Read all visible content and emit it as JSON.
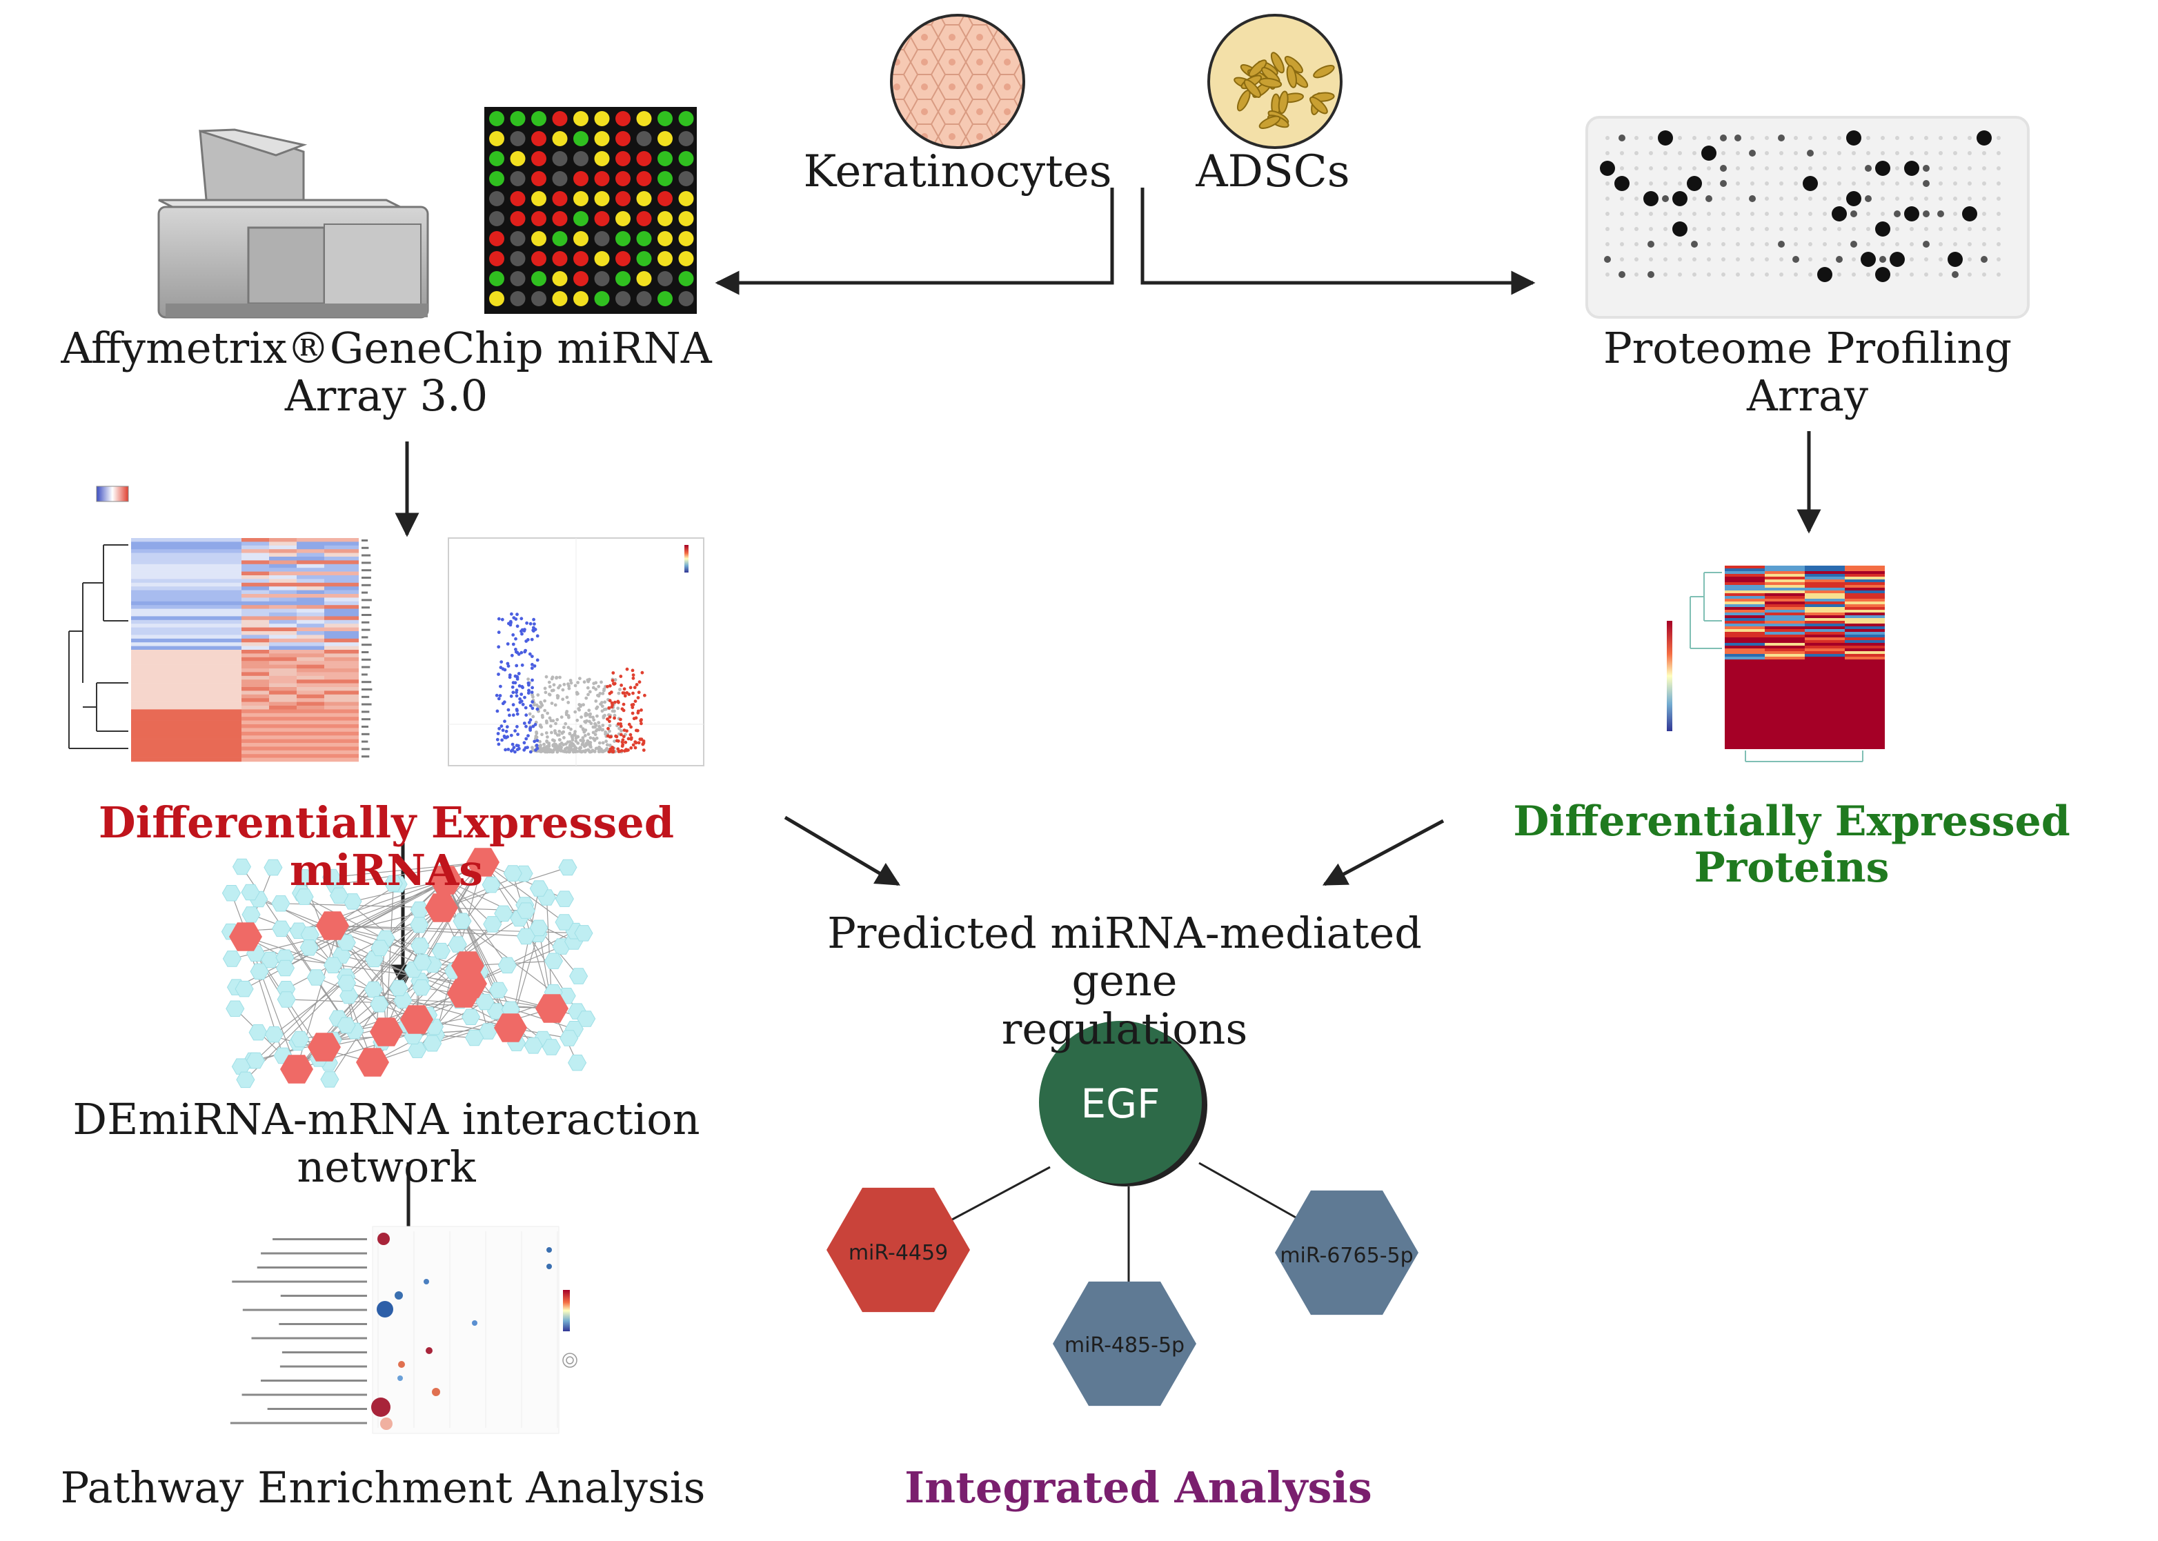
{
  "cells": {
    "keratinocytes": "Keratinocytes",
    "adscs": "ADSCs"
  },
  "left_branch": {
    "platform_line1": "Affymetrix®GeneChip miRNA",
    "platform_line2": "Array 3.0",
    "result": "Differentially Expressed miRNAs",
    "network": "DEmiRNA-mRNA interaction network",
    "pathway": "Pathway Enrichment Analysis"
  },
  "right_branch": {
    "platform_line1": "Proteome Profiling",
    "platform_line2": "Array",
    "result": "Differentially Expressed Proteins"
  },
  "center": {
    "prediction_line1": "Predicted miRNA-mediated gene",
    "prediction_line2": "regulations",
    "integrated": "Integrated Analysis"
  },
  "regulation_network": {
    "hub": "EGF",
    "mirnas": [
      "miR-4459",
      "miR-485-5p",
      "miR-6765-5p"
    ]
  },
  "colors": {
    "mirna_red": "#c0141c",
    "protein_green": "#1f7a1f",
    "integrated_purple": "#7a1f6e",
    "egf_green": "#2d6a48",
    "mir_red": "#c9433a",
    "mir_slate": "#5f7a94",
    "arrow": "#222222"
  }
}
